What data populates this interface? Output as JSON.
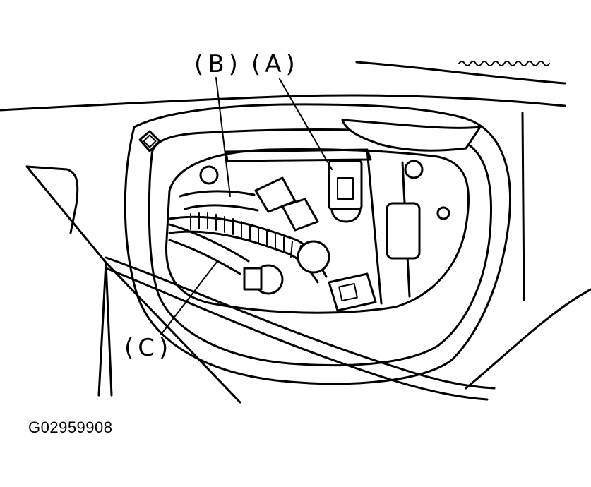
{
  "diagram": {
    "callouts": {
      "a": "(A)",
      "b": "(B)",
      "c": "(C)"
    },
    "figure_code": "G02959908"
  }
}
